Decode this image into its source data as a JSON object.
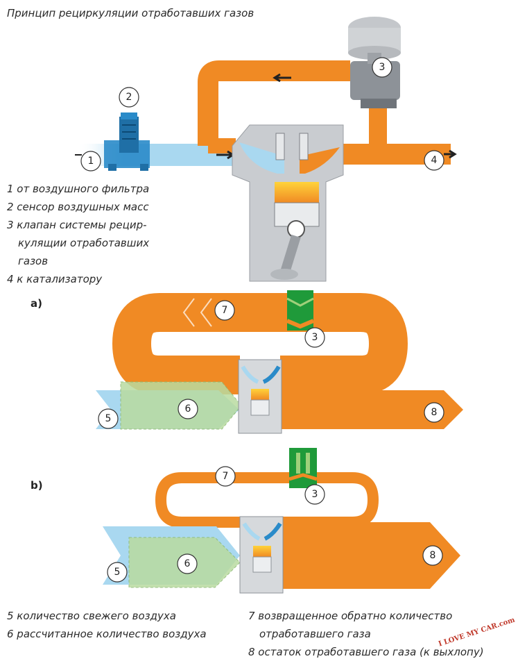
{
  "title": "Принцип рециркуляции отработавших газов",
  "legend_top": [
    "1 от воздушного фильтра",
    "2 сенсор воздушных масс",
    "3 клапан системы рецир-",
    "кулящии отработавших",
    "газов",
    "4 к катализатору"
  ],
  "section_a": "a)",
  "section_b": "b)",
  "legend_bottom_left": [
    "5 количество свежего воздуха",
    "6 рассчитанное количество воздуха"
  ],
  "legend_bottom_right": [
    "7 возвращенное обратно количество",
    "отработавшего газа",
    "8 остаток отработавшего газа (к выхлопу)"
  ],
  "markers": {
    "n1": "1",
    "n2": "2",
    "n3": "3",
    "n4": "4",
    "n5": "5",
    "n6": "6",
    "n7": "7",
    "n8": "8"
  },
  "watermark": "I LOVE MY CAR.com",
  "colors": {
    "exhaust": "#f08a24",
    "air": "#a9d8f0",
    "calc_air": "#b9dba0",
    "valve_green": "#1f9a3a",
    "sensor_blue": "#2a8bc9",
    "engine_gray": "#c9ccd0"
  }
}
